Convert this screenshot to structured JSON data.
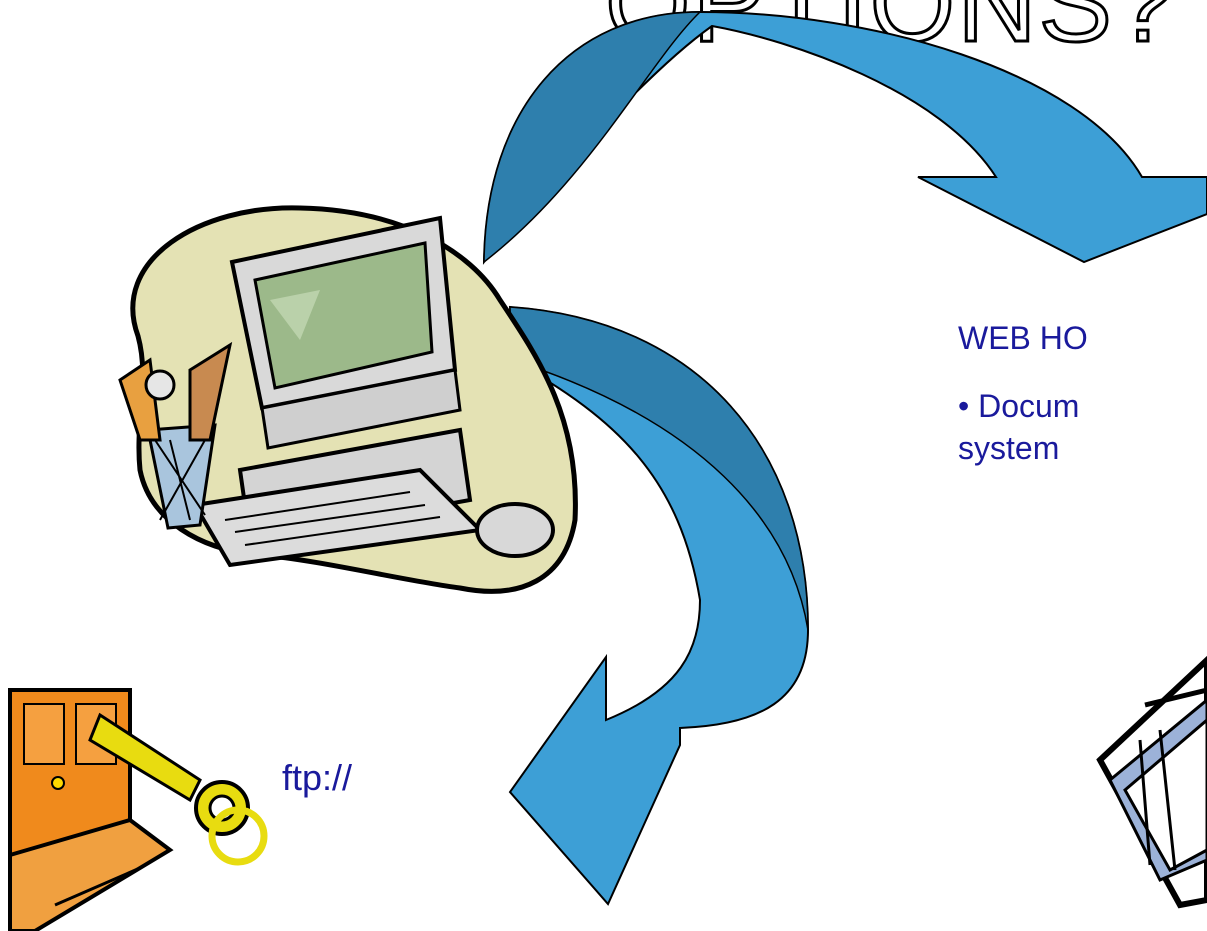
{
  "slide": {
    "title": "OPTIONS?",
    "web_hosting_label": "WEB HO",
    "bullet_line1": "• Docum",
    "bullet_line2": "system",
    "ftp_label": "ftp://"
  },
  "colors": {
    "arrow_light": "#3d9fd6",
    "arrow_dark": "#2e7fad",
    "text": "#1a1a9c"
  },
  "icons": [
    "computer-clipart-icon",
    "door-key-clipart-icon",
    "documents-clipart-icon"
  ]
}
